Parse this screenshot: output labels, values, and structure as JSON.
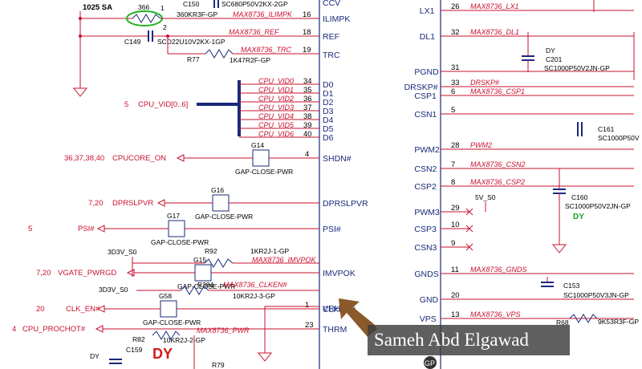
{
  "top_left": {
    "label": "1025 SA",
    "r_ref": "366",
    "c150": "C150",
    "c150_val": "SC680P50V2KX-2GP",
    "r366_val": "360KR3F-GP",
    "c149": "C149",
    "c149_val": "SCD22U10V2KX-1GP",
    "r77": "R77",
    "r77_val": "1K47R2F-GP"
  },
  "chip_left_pins": [
    {
      "num": "16",
      "name": "ILIMPK",
      "net": "MAX8736_ILIMPK"
    },
    {
      "num": "18",
      "name": "REF",
      "net": "MAX8736_REF"
    },
    {
      "num": "19",
      "name": "TRC",
      "net": "MAX8736_TRC"
    },
    {
      "num": "",
      "name": "CCV",
      "net": ""
    }
  ],
  "vid": {
    "bus_ref": "5",
    "bus_label": "CPU_VID[0..6]",
    "lines": [
      {
        "net": "CPU_VID0",
        "pin": "34",
        "name": "D0"
      },
      {
        "net": "CPU_VID1",
        "pin": "35",
        "name": "D1"
      },
      {
        "net": "CPU_VID2",
        "pin": "36",
        "name": "D2"
      },
      {
        "net": "CPU_VID3",
        "pin": "37",
        "name": "D3"
      },
      {
        "net": "CPU_VID4",
        "pin": "38",
        "name": "D4"
      },
      {
        "net": "CPU_VID5",
        "pin": "39",
        "name": "D5"
      },
      {
        "net": "CPU_VID6",
        "pin": "40",
        "name": "D6"
      }
    ]
  },
  "ctrl": [
    {
      "refs": "36,37,38,40",
      "net": "CPUCORE_ON",
      "gap": "G14",
      "gap_val": "GAP-CLOSE-PWR",
      "pin": "4",
      "name": "SHDN#"
    },
    {
      "refs": "7,20",
      "net": "DPRSLPVR",
      "gap": "G16",
      "gap_val": "GAP-CLOSE-PWR",
      "pin": "",
      "name": "DPRSLPVR"
    },
    {
      "refs": "5",
      "net": "PSI#",
      "gap": "G17",
      "gap_val": "GAP-CLOSE-PWR",
      "pin": "",
      "name": "PSI#"
    },
    {
      "refs": "7,20",
      "net": "VGATE_PWRGD",
      "gap": "G15",
      "gap_val": "GAP-CLOSE-PWR",
      "pin": "",
      "name": "IMVPOK"
    },
    {
      "refs": "20",
      "net": "CLK_EN#",
      "gap": "G58",
      "gap_val": "GAP-CLOSE-PWR",
      "pin": "1",
      "name": "CLKEN#"
    },
    {
      "refs": "4",
      "net": "CPU_PROCHOT#",
      "gap": "",
      "gap_val": "",
      "pin": "23",
      "name": "THRM"
    }
  ],
  "extra_left": {
    "v3d3_1": "3D3V_S0",
    "r92": "R92",
    "r92_val": "1KR2J-1-GP",
    "net_imvpok": "MAX8736_IMVPOK",
    "v3d3_2": "3D3V_S0",
    "r384": "R384",
    "net_clken": "MAX8736_CLKEN#",
    "r384_val": "10KR2J-3-GP",
    "vrh": "VRH",
    "r82": "R82",
    "r82_val": "10KR2J-2-GP",
    "c159": "C159",
    "net_pwr": "MAX8736_PWR",
    "dy": "DY",
    "dy_left": "DY",
    "r79": "R79",
    "pin2": "2",
    "pin1": "1"
  },
  "chip_right_pins": [
    {
      "num": "26",
      "name": "LX1",
      "net": "MAX8736_LX1"
    },
    {
      "num": "32",
      "name": "DL1",
      "net": "MAX8736_DL1"
    },
    {
      "num": "31",
      "name": "PGND",
      "net": ""
    },
    {
      "num": "33",
      "name": "DRSKP#",
      "net": "DRSKP#"
    },
    {
      "num": "6",
      "name": "CSP1",
      "net": "MAX8736_CSP1"
    },
    {
      "num": "5",
      "name": "CSN1",
      "net": ""
    },
    {
      "num": "28",
      "name": "PWM2",
      "net": "PWM2"
    },
    {
      "num": "7",
      "name": "CSN2",
      "net": "MAX8736_CSN2"
    },
    {
      "num": "8",
      "name": "CSP2",
      "net": "MAX8736_CSP2"
    },
    {
      "num": "29",
      "name": "PWM3",
      "net": ""
    },
    {
      "num": "10",
      "name": "CSP3",
      "net": ""
    },
    {
      "num": "9",
      "name": "CSN3",
      "net": ""
    },
    {
      "num": "11",
      "name": "GNDS",
      "net": "MAX8736_GNDS"
    },
    {
      "num": "20",
      "name": "GND",
      "net": ""
    },
    {
      "num": "13",
      "name": "VPS",
      "net": "MAX8736_VPS"
    }
  ],
  "right_parts": {
    "c201": "C201",
    "c201_val": "SC1000P50V2JN-GP",
    "c201_dy": "DY",
    "c161": "C161",
    "c161_val": "SC1000P50V",
    "c160": "C160",
    "c160_val": "SC1000P50V2JN-GP",
    "c160_dy": "DY",
    "v5": "5V_S0",
    "c153": "C153",
    "c153_val": "SC1000P50V3JN-GP",
    "r68": "R68",
    "r68_val": "9K53R3F-GP",
    "pin1": "1",
    "pin2": "2",
    "gp": "GP"
  },
  "watermark": "Sameh Abd Elgawad"
}
